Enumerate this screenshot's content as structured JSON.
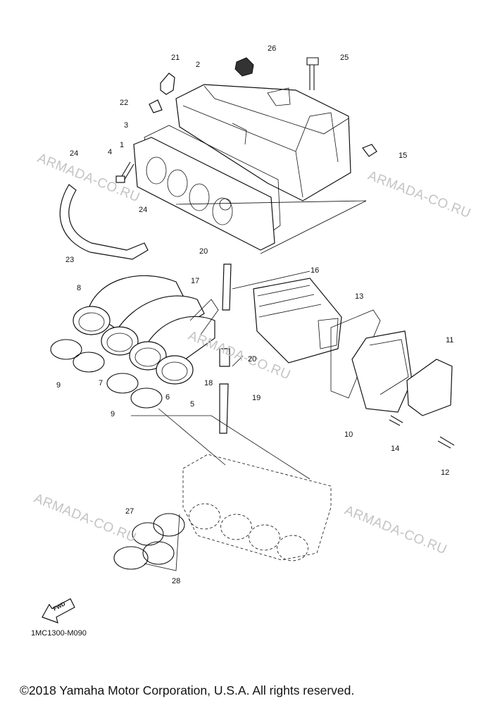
{
  "watermark": "ARMADA-CO.RU",
  "part_numbers": [
    "1",
    "2",
    "3",
    "4",
    "5",
    "6",
    "7",
    "8",
    "9",
    "9",
    "10",
    "11",
    "12",
    "13",
    "14",
    "15",
    "16",
    "17",
    "18",
    "19",
    "20",
    "20",
    "21",
    "22",
    "23",
    "24",
    "24",
    "25",
    "26",
    "27",
    "28"
  ],
  "ref_code": "1MC1300-M090",
  "copyright": "©2018 Yamaha Motor Corporation, U.S.A. All rights reserved.",
  "fwd_label": "FWD"
}
